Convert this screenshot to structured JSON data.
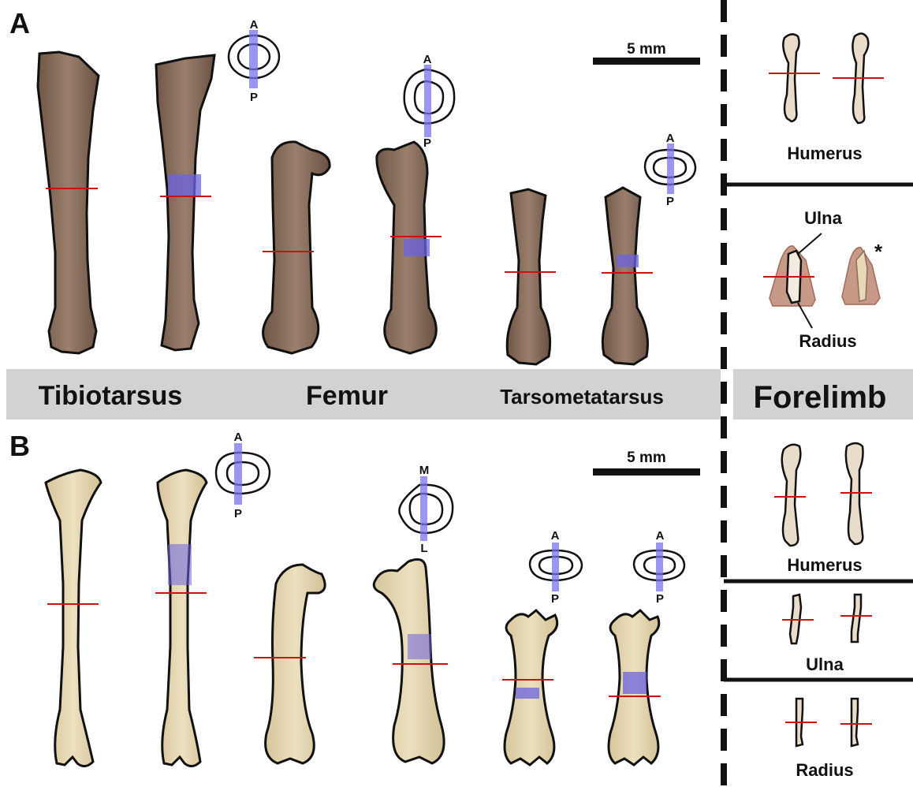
{
  "panels": {
    "a": "A",
    "b": "B"
  },
  "scale_bar": {
    "a": "5 mm",
    "b": "5 mm"
  },
  "band_labels": {
    "tibiotarsus": "Tibiotarsus",
    "femur": "Femur",
    "tarsometatarsus": "Tarsometatarsus",
    "forelimb": "Forelimb"
  },
  "section_marks": {
    "a_tibiotarsus": [
      "A",
      "P"
    ],
    "a_femur": [
      "A",
      "P"
    ],
    "a_tarsometatarsus": [
      "A",
      "P"
    ],
    "b_tibiotarsus": [
      "A",
      "P"
    ],
    "b_femur": [
      "M",
      "L"
    ],
    "b_tmt_left": [
      "A",
      "P"
    ],
    "b_tmt_right": [
      "A",
      "P"
    ]
  },
  "forelimb_labels": {
    "a_humerus": "Humerus",
    "a_ulna": "Ulna",
    "a_radius": "Radius",
    "a_asterisk": "*",
    "b_humerus": "Humerus",
    "b_ulna": "Ulna",
    "b_radius": "Radius"
  },
  "colors": {
    "fossil_bone": "#8a6e5c",
    "modern_bone": "#e4d6b2",
    "forelimb_bone": "#e9dccb",
    "section_line": "#cc1111",
    "section_band": "#6b63e0",
    "label_band": "#d2d2d2",
    "outline": "#111111"
  }
}
